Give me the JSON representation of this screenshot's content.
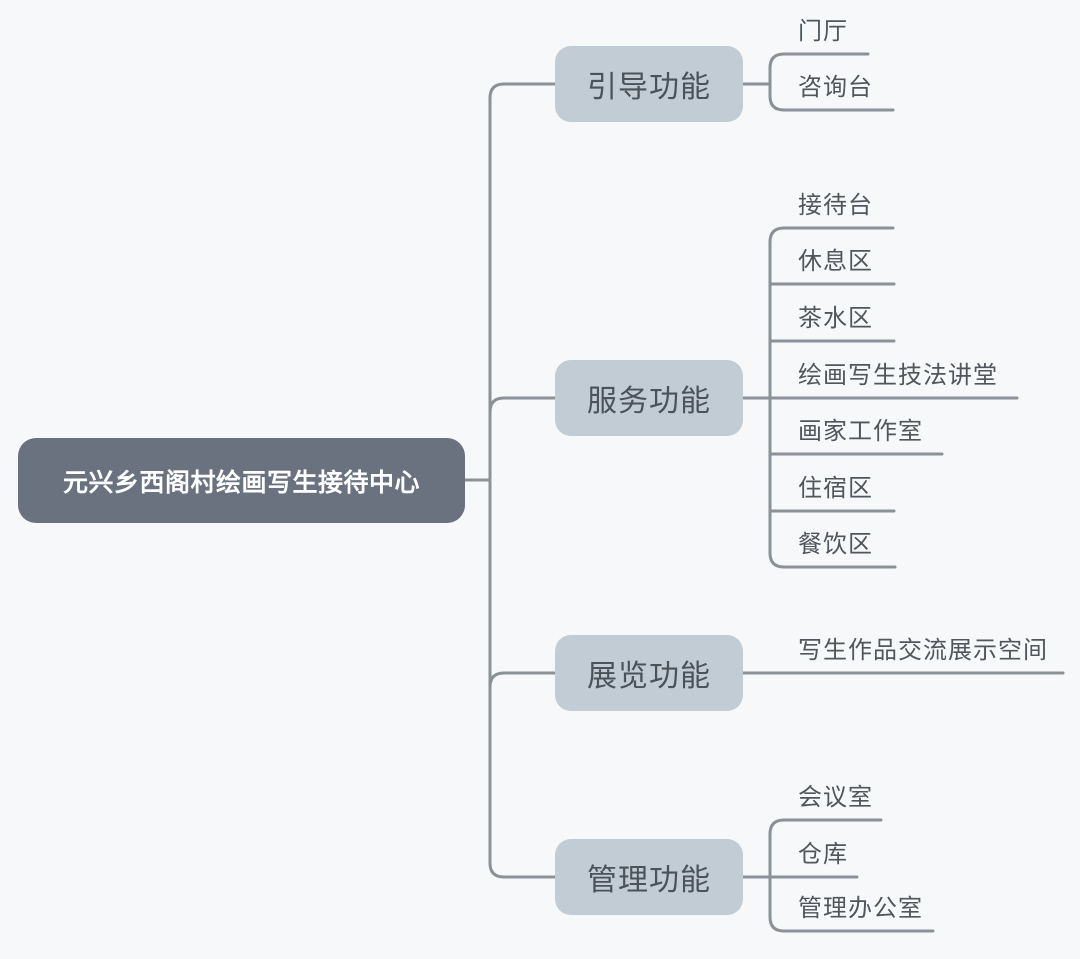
{
  "diagram": {
    "type": "mindmap",
    "colors": {
      "background": "#f7f8f9",
      "connector_line": "#8b9196",
      "root_fill": "#6a7280",
      "root_text": "#ffffff",
      "branch_fill": "#c1ccd4",
      "branch_text": "#4a525a",
      "leaf_text": "#50565c"
    },
    "root": {
      "label": "元兴乡西阁村绘画写生接待中心"
    },
    "branches": [
      {
        "label": "引导功能",
        "children": [
          {
            "label": "门厅"
          },
          {
            "label": "咨询台"
          }
        ]
      },
      {
        "label": "服务功能",
        "children": [
          {
            "label": "接待台"
          },
          {
            "label": "休息区"
          },
          {
            "label": "茶水区"
          },
          {
            "label": "绘画写生技法讲堂"
          },
          {
            "label": "画家工作室"
          },
          {
            "label": "住宿区"
          },
          {
            "label": "餐饮区"
          }
        ]
      },
      {
        "label": "展览功能",
        "children": [
          {
            "label": "写生作品交流展示空间"
          }
        ]
      },
      {
        "label": "管理功能",
        "children": [
          {
            "label": "会议室"
          },
          {
            "label": "仓库"
          },
          {
            "label": "管理办公室"
          }
        ]
      }
    ]
  }
}
